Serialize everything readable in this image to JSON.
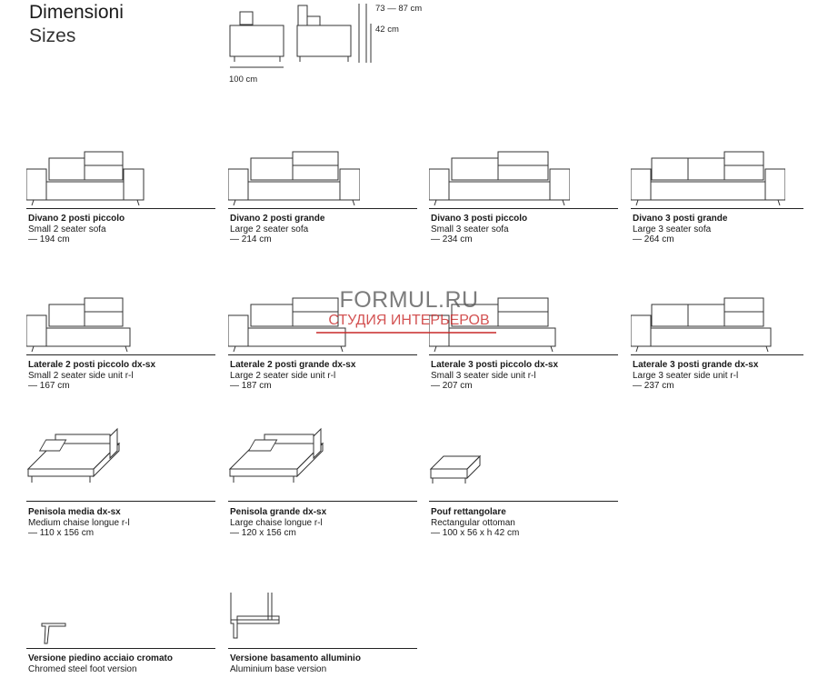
{
  "header": {
    "title_it": "Dimensioni",
    "title_en": "Sizes",
    "height_dim": "73 — 87 cm",
    "seat_dim": "42 cm",
    "depth_dim": "100 cm"
  },
  "watermark": {
    "brand": "FORMUL.RU",
    "tagline": "СТУДИЯ ИНТЕРЬЕРОВ"
  },
  "items": [
    {
      "it": "Divano 2 posti piccolo",
      "en": "Small 2 seater sofa",
      "size": "— 194 cm"
    },
    {
      "it": "Divano 2 posti grande",
      "en": "Large 2 seater sofa",
      "size": "— 214 cm"
    },
    {
      "it": "Divano 3 posti piccolo",
      "en": "Small 3 seater sofa",
      "size": "— 234 cm"
    },
    {
      "it": "Divano 3 posti grande",
      "en": "Large 3 seater sofa",
      "size": "— 264 cm"
    },
    {
      "it": "Laterale 2 posti piccolo dx-sx",
      "en": "Small 2 seater side unit r-l",
      "size": "— 167 cm"
    },
    {
      "it": "Laterale 2 posti grande dx-sx",
      "en": "Large 2 seater side unit r-l",
      "size": "— 187 cm"
    },
    {
      "it": "Laterale 3 posti piccolo dx-sx",
      "en": "Small 3 seater side unit r-l",
      "size": "— 207 cm"
    },
    {
      "it": "Laterale 3 posti grande dx-sx",
      "en": "Large 3 seater side unit r-l",
      "size": "— 237 cm"
    },
    {
      "it": "Penisola media dx-sx",
      "en": "Medium chaise longue r-l",
      "size": "— 110 x 156 cm"
    },
    {
      "it": "Penisola grande dx-sx",
      "en": "Large chaise longue r-l",
      "size": "— 120 x 156 cm"
    },
    {
      "it": "Pouf rettangolare",
      "en": "Rectangular ottoman",
      "size": "— 100 x 56 x h 42 cm"
    },
    {
      "it": "Versione piedino acciaio cromato",
      "en": "Chromed steel foot version"
    },
    {
      "it": "Versione basamento alluminio",
      "en": "Aluminium base version"
    }
  ]
}
